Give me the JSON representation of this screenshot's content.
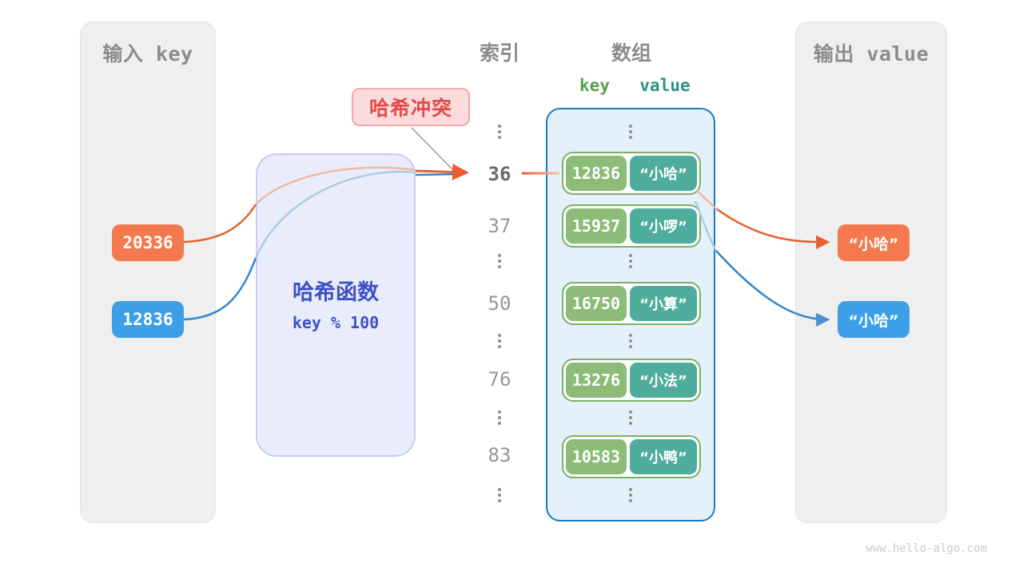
{
  "watermark": "www.hello-algo.com",
  "input_panel": {
    "title": "输入 key",
    "keys": [
      {
        "value": "20336",
        "color": "#f4794e"
      },
      {
        "value": "12836",
        "color": "#3d9fe8"
      }
    ]
  },
  "hash_function": {
    "name": "哈希函数",
    "formula": "key % 100"
  },
  "collision": {
    "label": "哈希冲突"
  },
  "index_column": {
    "title": "索引",
    "values": [
      "36",
      "37",
      "50",
      "76",
      "83"
    ],
    "highlighted_value": "36"
  },
  "array_panel": {
    "title": "数组",
    "key_header": "key",
    "value_header": "value",
    "rows": [
      {
        "key": "12836",
        "value": "“小哈”"
      },
      {
        "key": "15937",
        "value": "“小啰”"
      },
      {
        "key": "16750",
        "value": "“小算”"
      },
      {
        "key": "13276",
        "value": "“小法”"
      },
      {
        "key": "10583",
        "value": "“小鸭”"
      }
    ]
  },
  "output_panel": {
    "title": "输出 value",
    "values": [
      {
        "value": "“小哈”",
        "color": "#f4794e"
      },
      {
        "value": "“小哈”",
        "color": "#3d9fe8"
      }
    ]
  },
  "colors": {
    "orange_stroke": "#e8602f",
    "blue_stroke": "#2f86ce",
    "green_key": "#8cbc78",
    "teal_value": "#4fad9d",
    "array_border": "#1b79c7",
    "hash_text": "#3d51c4",
    "badge_red": "#e24b4b"
  }
}
